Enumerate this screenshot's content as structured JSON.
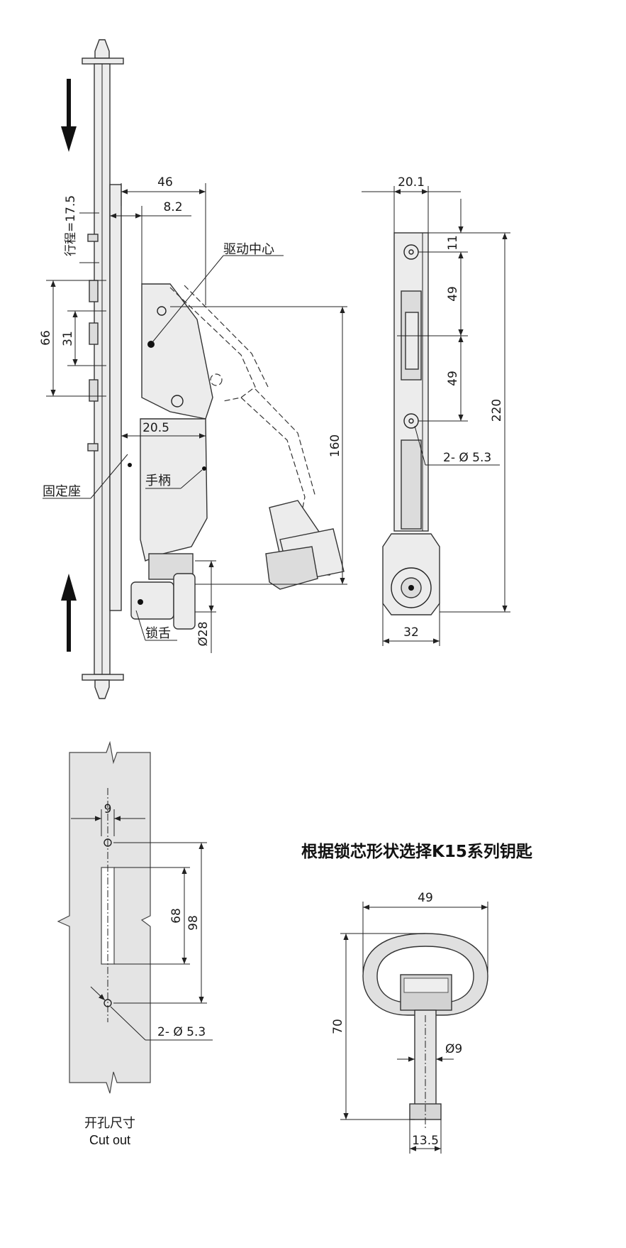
{
  "side_view": {
    "dim_46": "46",
    "dim_8_2": "8.2",
    "stroke_label": "行程=17.5",
    "drive_center": "驱动中心",
    "dim_66": "66",
    "dim_31": "31",
    "dim_20_5": "20.5",
    "dim_160": "160",
    "fixed_seat": "固定座",
    "handle": "手柄",
    "lock_tongue": "锁舌",
    "dim_dia28": "Ø28"
  },
  "front_view": {
    "dim_20_1": "20.1",
    "dim_11": "11",
    "dim_49a": "49",
    "dim_49b": "49",
    "dim_220": "220",
    "holes": "2- Ø 5.3",
    "dim_32": "32"
  },
  "cutout": {
    "dim_9": "9",
    "dim_68": "68",
    "dim_98": "98",
    "holes": "2- Ø 5.3",
    "title_cn": "开孔尺寸",
    "title_en": "Cut out"
  },
  "key": {
    "heading": "根据锁芯形状选择K15系列钥匙",
    "dim_49": "49",
    "dim_70": "70",
    "dim_dia9": "Ø9",
    "dim_13_5": "13.5"
  }
}
